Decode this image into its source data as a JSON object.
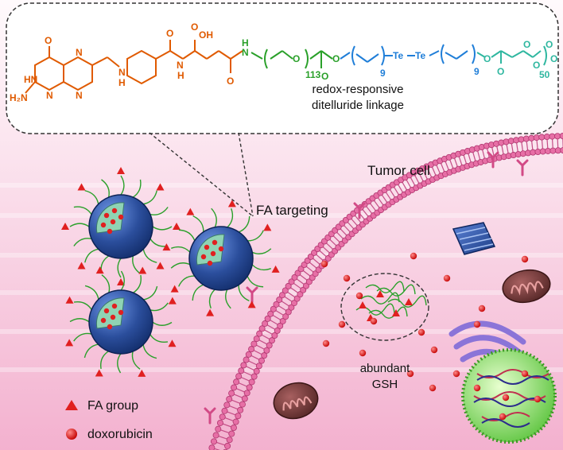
{
  "colors": {
    "background_top": "#fff5f9",
    "background_bottom": "#f4b6d3",
    "membrane_bead": "#e76fa6",
    "membrane_tail": "#c44d86",
    "micelle_core": "#2b4e9c",
    "micelle_inner": "#8fd3b4",
    "drug": "#e02020",
    "fa_group": "#e02020",
    "peg_chain": "#2aa02a",
    "folate": "#e05a00",
    "pcl": "#2fb7a0",
    "ditelluride": "#1f7ed8",
    "nucleus": "#9ee36f",
    "golgi": "#8b74d8",
    "proteasome": "#2e55a8",
    "mitochondria": "#7a3a3a"
  },
  "structure": {
    "folate_labels": {
      "h2n": "H₂N",
      "hn": "HN",
      "o_pterin": "O",
      "n_ring1": "N",
      "n_ring2": "N",
      "n_ring3": "N",
      "nh_linker": "N",
      "h_linker": "H"
    },
    "glu_labels": {
      "o_amide": "O",
      "n_amide": "N",
      "h_amide": "H",
      "cooh": "OH",
      "o_acid": "O",
      "o_glu": "O",
      "h_nh": "H",
      "n_nh": "N"
    },
    "peg_labels": {
      "o_peg": "O",
      "n_peg": "113",
      "o_ester1": "O",
      "o_ester2": "O"
    },
    "ditelluride_labels": {
      "n_left": "9",
      "te1": "Te",
      "te2": "Te",
      "n_right": "9"
    },
    "pcl_labels": {
      "o1": "O",
      "o2": "O",
      "o3": "O",
      "o4": "O",
      "o5": "O",
      "n_pcl": "50",
      "o6": "O"
    },
    "caption_line1": "redox-responsive",
    "caption_line2": "ditelluride linkage"
  },
  "labels": {
    "tumor_cell": "Tumor cell",
    "fa_targeting": "FA targeting",
    "abundant": "abundant",
    "gsh": "GSH"
  },
  "legend": {
    "fa_group": "FA group",
    "doxorubicin": "doxorubicin"
  }
}
